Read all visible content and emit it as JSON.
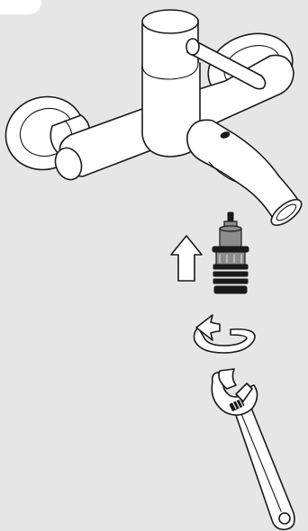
{
  "figure": {
    "background_color": "#e6e6e6",
    "line_color": "#1a1a1a",
    "components": [
      {
        "id": "mixer-tap",
        "icon": "bath-mixer-tap-icon"
      },
      {
        "id": "cartridge",
        "icon": "valve-cartridge-icon"
      },
      {
        "id": "up-arrow",
        "icon": "arrow-up-icon"
      },
      {
        "id": "rotation-arrow",
        "icon": "counterclockwise-rotate-icon"
      },
      {
        "id": "wrench",
        "icon": "adjustable-wrench-icon"
      }
    ]
  }
}
